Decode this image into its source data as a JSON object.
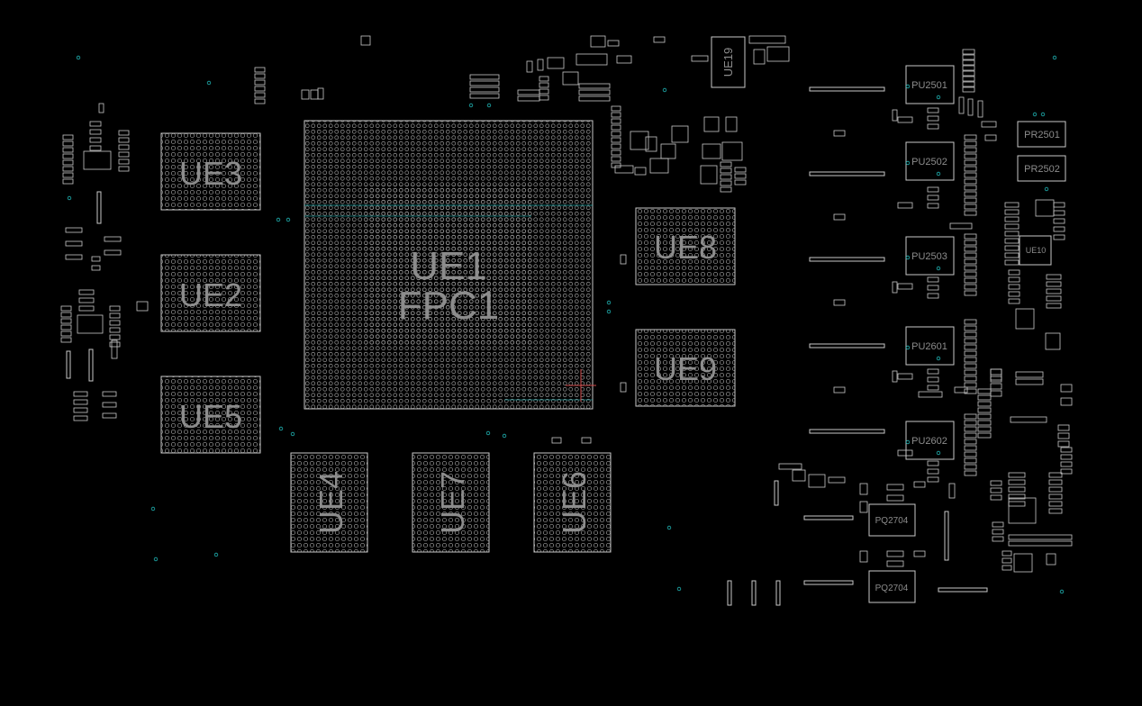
{
  "colors": {
    "background": "#000000",
    "outline": "#c8c8c8",
    "pad": "#9a9a9a",
    "label": "#8c8c8c",
    "via": "#1fb3b3",
    "marker": "#d24a4a"
  },
  "labels": {
    "ue1": "UE1",
    "fpc1": "FPC1",
    "ue2": "UE2",
    "ue3": "UE3",
    "ue4": "UE4",
    "ue5": "UE5",
    "ue6": "UE6",
    "ue7": "UE7",
    "ue8": "UE8",
    "ue9": "UE9",
    "ue10": "UE10",
    "ue19": "UE19",
    "pu2501": "PU2501",
    "pu2502": "PU2502",
    "pu2503": "PU2503",
    "pu2601": "PU2601",
    "pu2602": "PU2602",
    "pr2501": "PR2501",
    "pr2502": "PR2502",
    "pq2704_top": "PQ2704",
    "pq2704_bottom": "PQ2704"
  }
}
